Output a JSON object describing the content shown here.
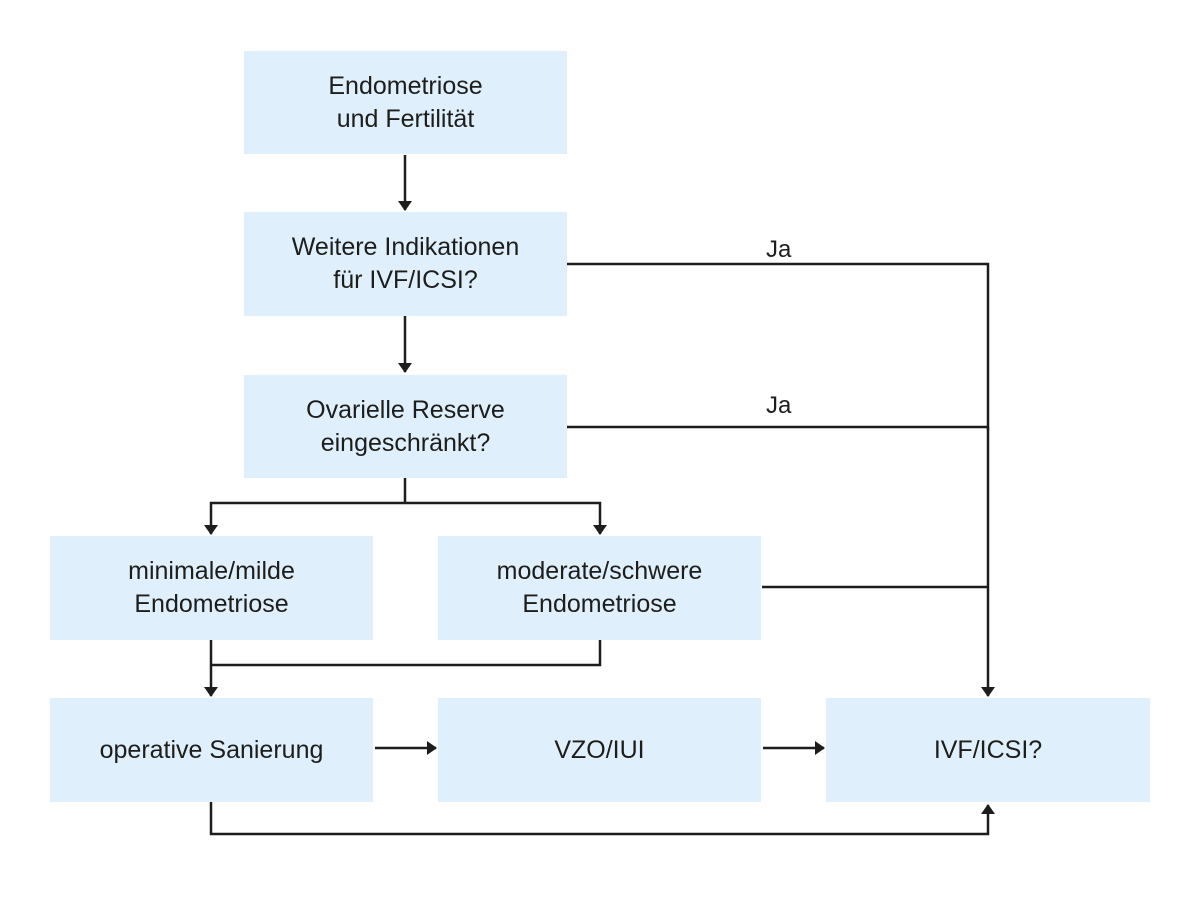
{
  "diagram": {
    "nodes": {
      "start": "Endometriose\nund Fertilität",
      "indications": "Weitere Indikationen\nfür IVF/ICSI?",
      "reserve": "Ovarielle Reserve\neingeschränkt?",
      "mild": "minimale/milde\nEndometriose",
      "severe": "moderate/schwere\nEndometriose",
      "surgery": "operative Sanierung",
      "vzo": "VZO/IUI",
      "ivf": "IVF/ICSI?"
    },
    "edge_labels": {
      "indications_yes": "Ja",
      "reserve_yes": "Ja"
    },
    "colors": {
      "box_fill": "#dfeffb",
      "line": "#1d1d1b"
    }
  }
}
